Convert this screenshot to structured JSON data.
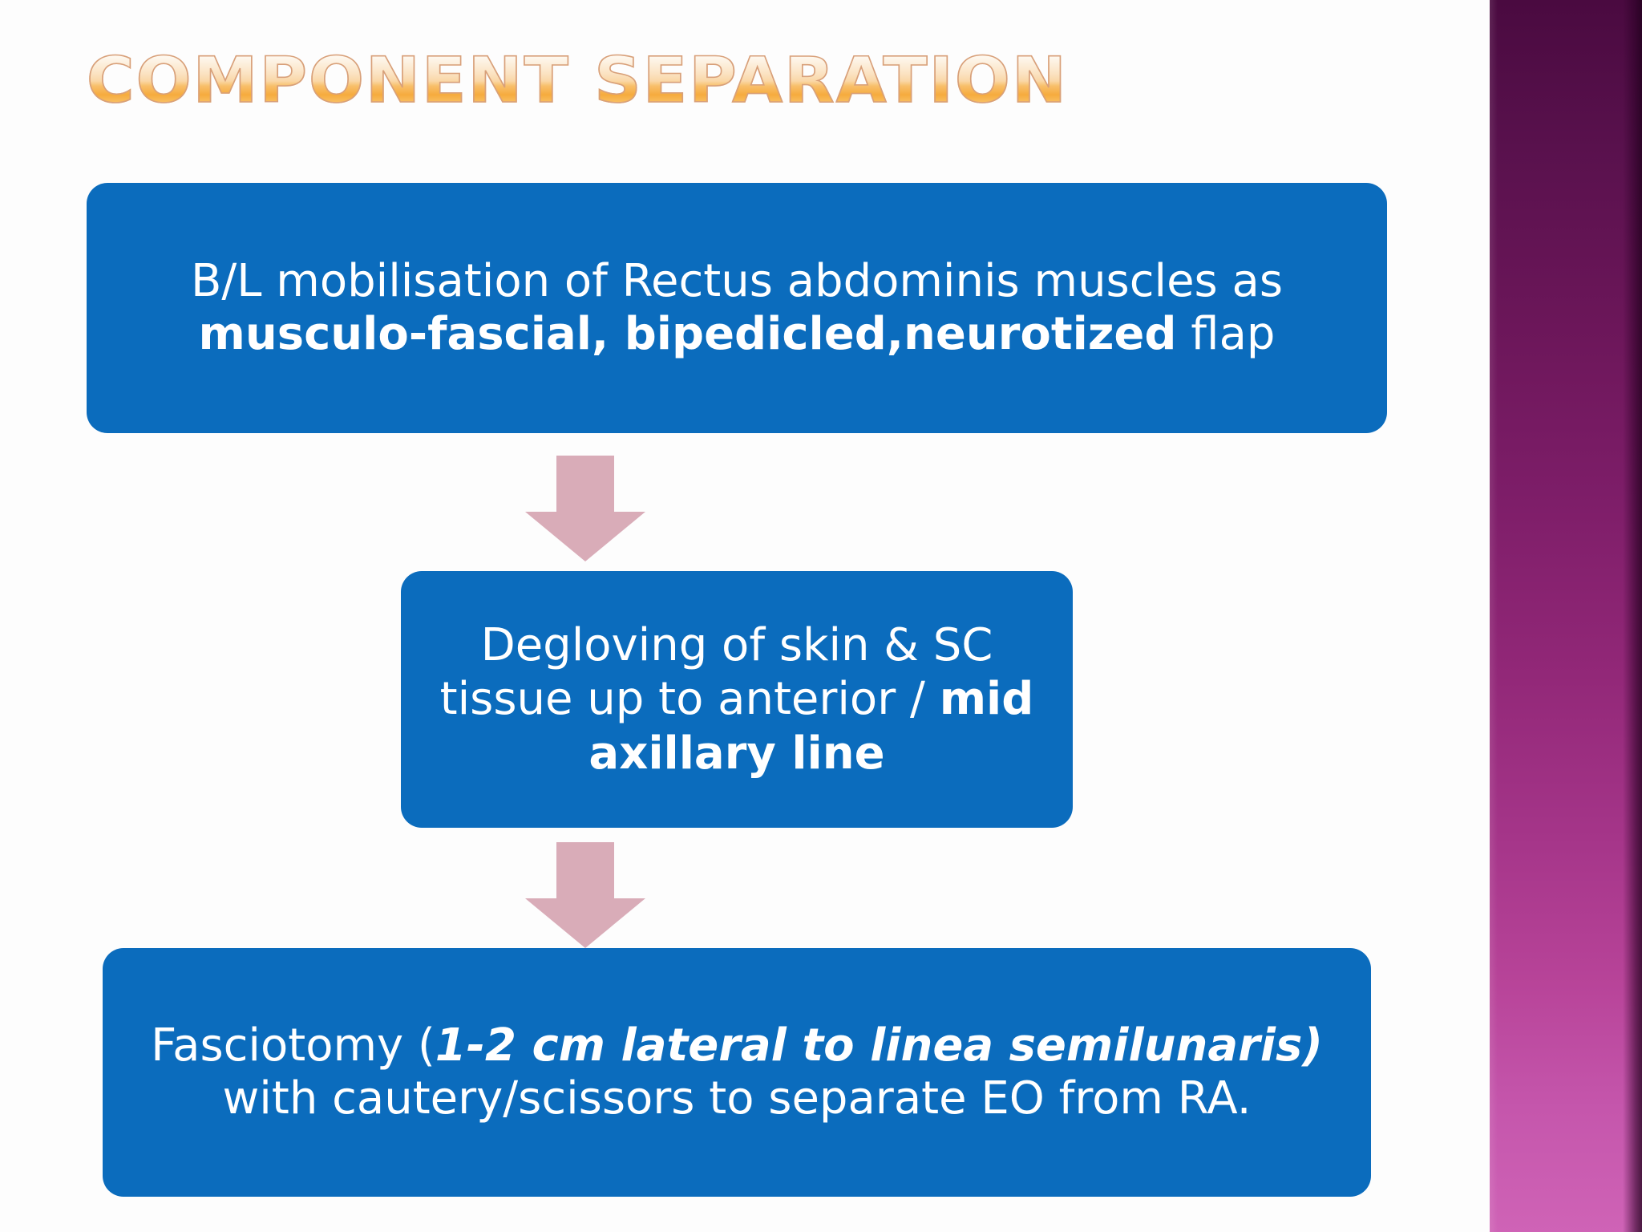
{
  "slide": {
    "title": "Component Separation",
    "background_color": "#fdfdfd",
    "box_color": "#0b6cbd",
    "arrow_color": "#d9acb8",
    "band_top_color": "#4a0a40",
    "band_bottom_color": "#cf63b6",
    "title_gradient_top": "#ffffff",
    "title_gradient_bottom": "#f6ab3e"
  },
  "flow": {
    "steps": [
      {
        "id": "step-1",
        "parts": [
          {
            "text": "B/L mobilisation of Rectus abdominis muscles as ",
            "style": "normal"
          },
          {
            "text": "musculo-fascial, bipedicled,neurotized",
            "style": "bold"
          },
          {
            "text": " flap",
            "style": "normal"
          }
        ],
        "plain": "B/L mobilisation of Rectus abdominis muscles as musculo-fascial, bipedicled,neurotized flap"
      },
      {
        "id": "step-2",
        "parts": [
          {
            "text": "Degloving of skin & SC tissue up to anterior / ",
            "style": "normal"
          },
          {
            "text": "mid axillary line",
            "style": "bold"
          }
        ],
        "plain": "Degloving of skin & SC tissue up to anterior / mid axillary line"
      },
      {
        "id": "step-3",
        "parts": [
          {
            "text": "Fasciotomy (",
            "style": "normal"
          },
          {
            "text": "1-2 cm lateral to linea semilunaris)",
            "style": "bold-italic"
          },
          {
            "text": " with cautery/scissors to separate EO from RA.",
            "style": "normal"
          }
        ],
        "plain": "Fasciotomy (1-2 cm lateral to linea semilunaris) with cautery/scissors to separate EO from RA."
      }
    ],
    "connectors": [
      {
        "id": "connector-1",
        "direction": "down"
      },
      {
        "id": "connector-2",
        "direction": "down"
      }
    ]
  }
}
